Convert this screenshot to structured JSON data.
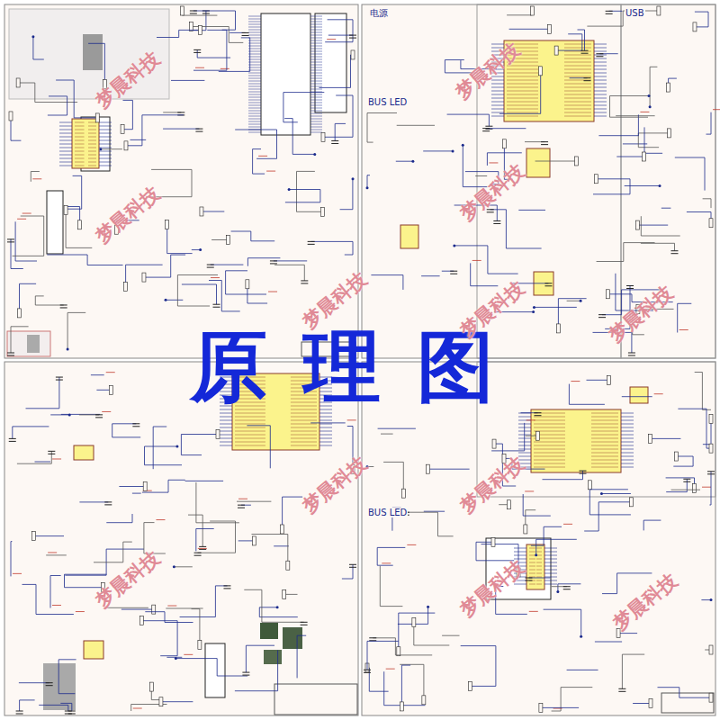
{
  "diagram": {
    "title": "原理图",
    "labels": [
      "电源",
      "BUS LED",
      "USB",
      "BUS LED",
      "梦晨科技",
      "梦晨科技",
      "梦晨科技",
      "梦晨科技",
      "梦晨科技",
      "梦晨科技",
      "梦晨科技",
      "梦晨科技",
      "梦晨科技",
      "梦晨科技",
      "梦晨科技",
      "梦晨科技"
    ]
  }
}
